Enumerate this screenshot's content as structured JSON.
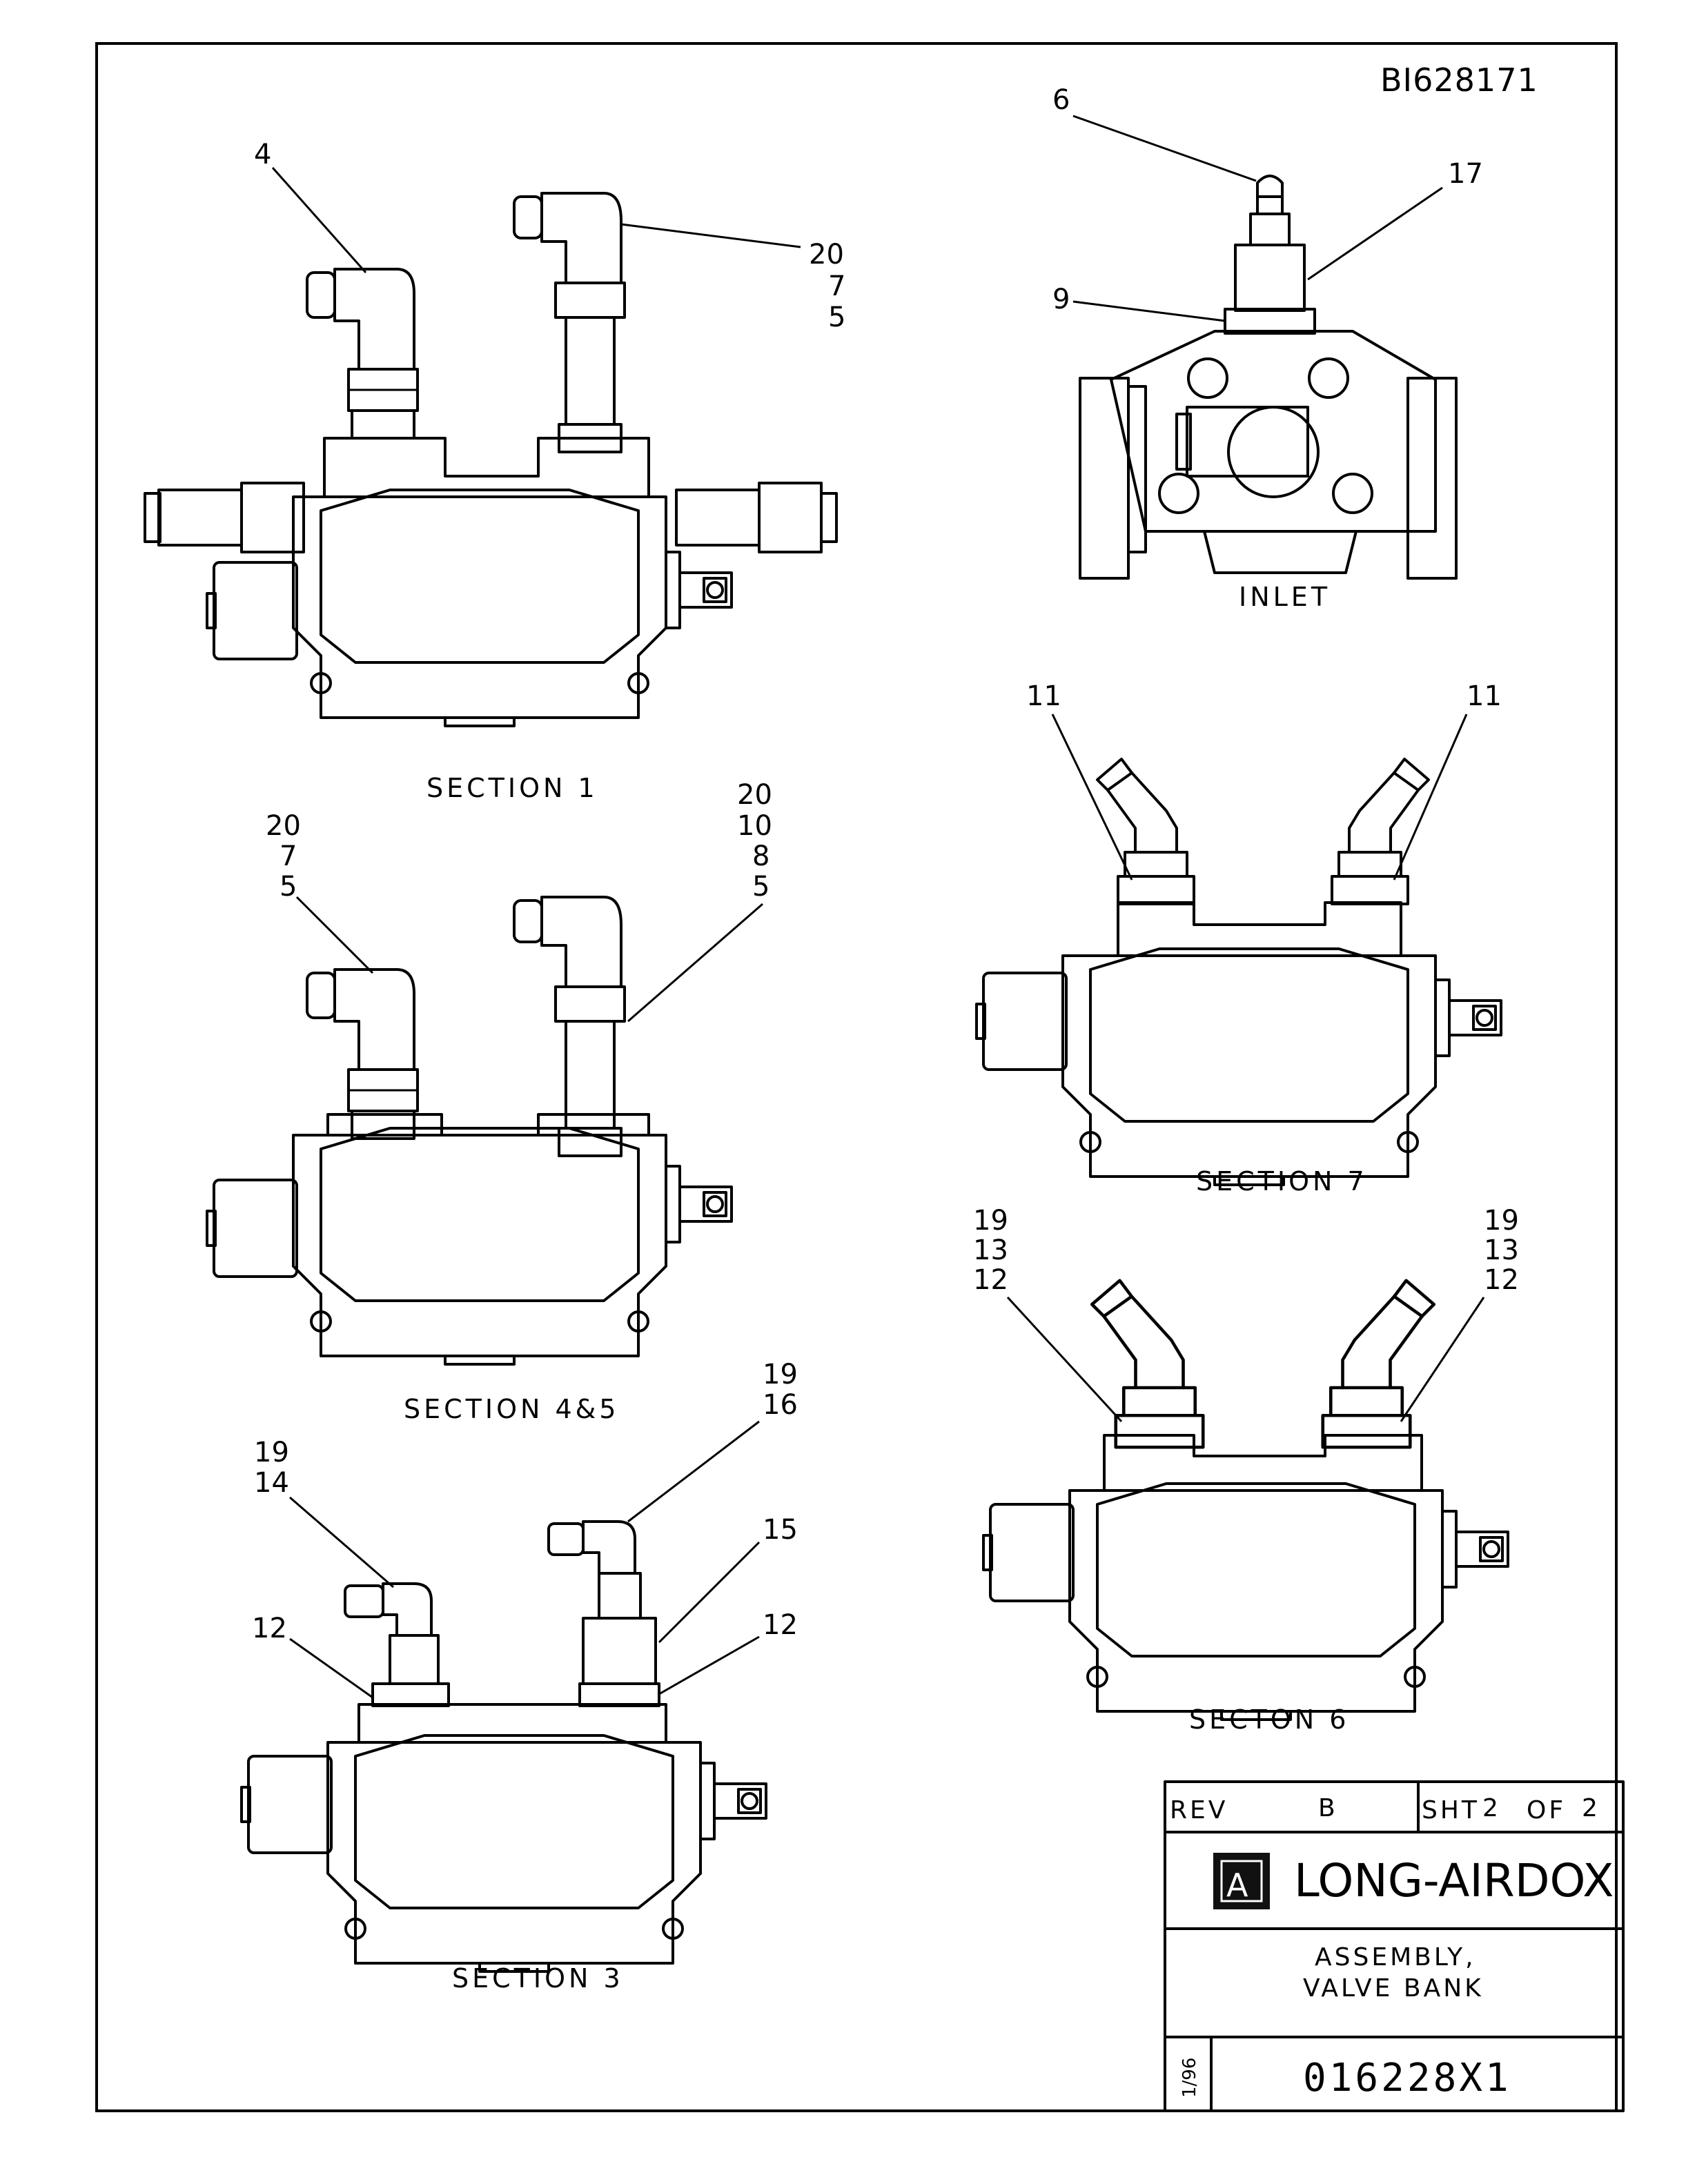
{
  "drawing_id": "BI628171",
  "views": {
    "section1": {
      "label": "SECTION 1",
      "callouts": [
        "4",
        "20",
        "7",
        "5"
      ]
    },
    "inlet": {
      "label": "INLET",
      "callouts": [
        "6",
        "17",
        "9"
      ]
    },
    "section7": {
      "label": "SECTION 7",
      "callouts": [
        "11",
        "11"
      ]
    },
    "section45": {
      "label": "SECTION 4&5",
      "callouts": [
        "20",
        "7",
        "5",
        "20",
        "10",
        "8",
        "5"
      ]
    },
    "section6": {
      "label": "SECTON 6",
      "callouts": [
        "19",
        "13",
        "12",
        "19",
        "13",
        "12"
      ]
    },
    "section3": {
      "label": "SECTION 3",
      "callouts": [
        "19",
        "14",
        "19",
        "16",
        "15",
        "12",
        "12"
      ]
    }
  },
  "title_block": {
    "rev_label": "REV",
    "rev_value": "B",
    "sheet_label": "SHT",
    "sheet_num": "2",
    "of_label": "OF",
    "sheet_total": "2",
    "company": "LONG-AIRDOX",
    "title_line1": "ASSEMBLY,",
    "title_line2": "VALVE BANK",
    "date": "1/96",
    "drawing_number": "016228X1"
  }
}
